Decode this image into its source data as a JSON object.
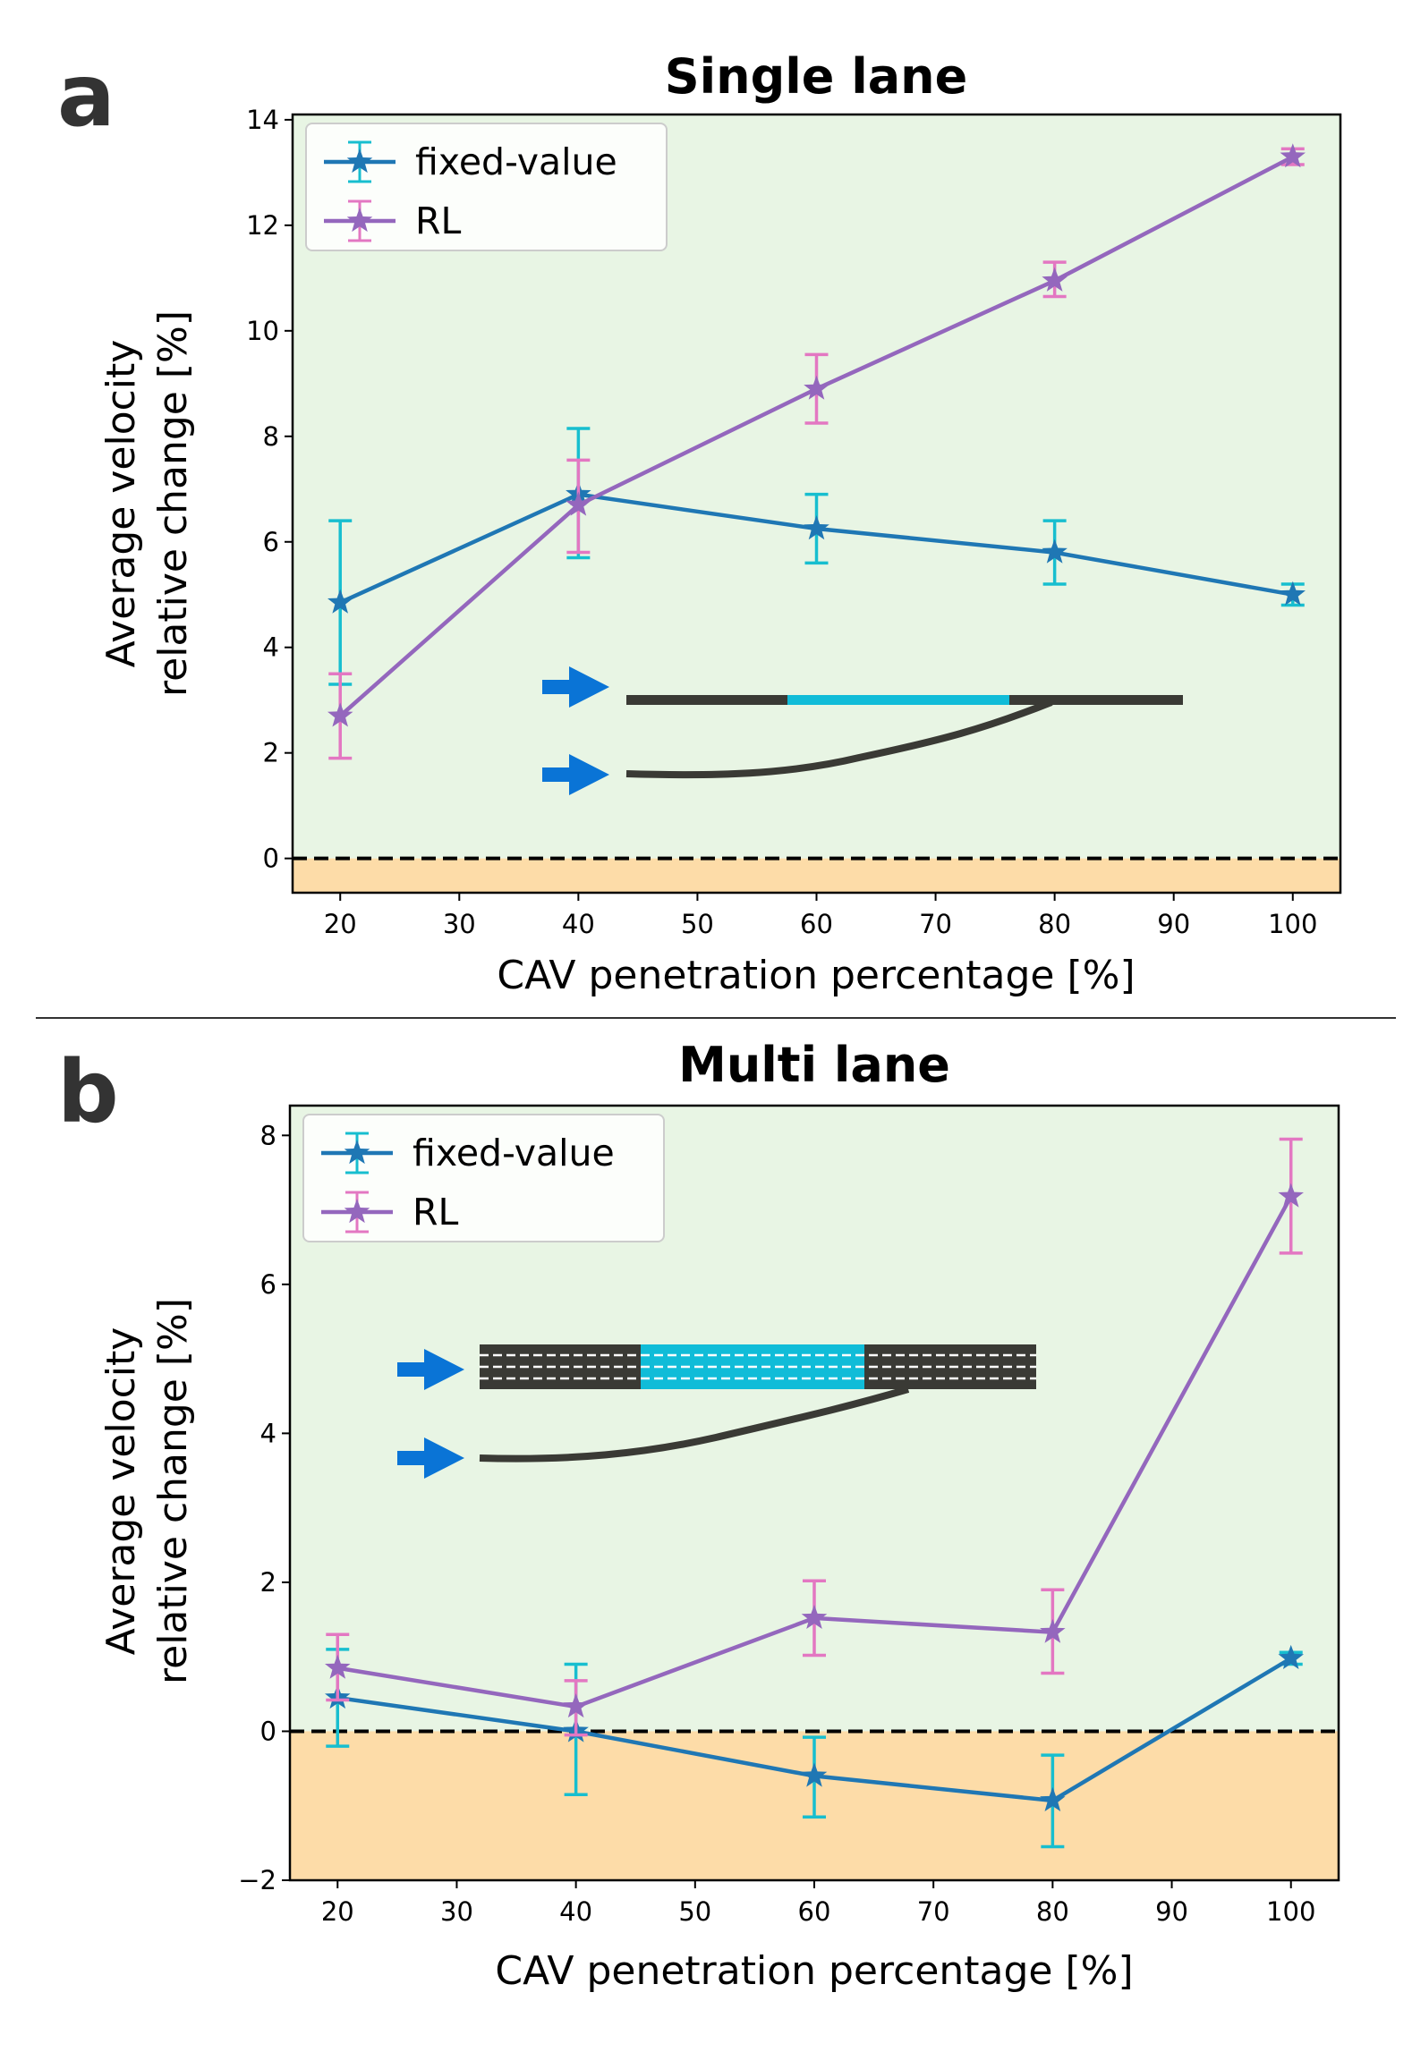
{
  "panel_letters": [
    "a",
    "b"
  ],
  "colors": {
    "fixed_line": "#1f77b4",
    "fixed_err": "#17becf",
    "rl_line": "#9467bd",
    "rl_err": "#e377c2",
    "positive_bg": "#e8f5e4",
    "negative_bg": "#fddca8",
    "road": "#3a3a35",
    "merge_zone": "#10bcd8",
    "arrow": "#0a74d6"
  },
  "chart_data": [
    {
      "type": "line",
      "panel": "a",
      "title": "Single lane",
      "xlabel": "CAV penetration percentage [%]",
      "ylabel_lines": [
        "Average velocity",
        "relative change [%]"
      ],
      "x": [
        20,
        40,
        60,
        80,
        100
      ],
      "xlim": [
        16,
        104
      ],
      "ylim": [
        -0.65,
        14.1
      ],
      "xticks": [
        20,
        30,
        40,
        50,
        60,
        70,
        80,
        90,
        100
      ],
      "yticks": [
        0,
        2,
        4,
        6,
        8,
        10,
        12,
        14
      ],
      "yticklabels": [
        "0",
        "2",
        "4",
        "6",
        "8",
        "10",
        "12",
        "14"
      ],
      "grid": false,
      "legend_position": "top-left",
      "reference_line_y": 0,
      "series": [
        {
          "name": "fixed-value",
          "values": [
            4.85,
            6.9,
            6.25,
            5.8,
            5.0
          ],
          "err_low": [
            3.3,
            5.7,
            5.6,
            5.2,
            4.8
          ],
          "err_high": [
            6.4,
            8.15,
            6.9,
            6.4,
            5.2
          ]
        },
        {
          "name": "RL",
          "values": [
            2.7,
            6.7,
            8.9,
            10.95,
            13.3
          ],
          "err_low": [
            1.9,
            5.8,
            8.25,
            10.65,
            13.15
          ],
          "err_high": [
            3.5,
            7.55,
            9.55,
            11.3,
            13.45
          ]
        }
      ]
    },
    {
      "type": "line",
      "panel": "b",
      "title": "Multi lane",
      "xlabel": "CAV penetration percentage [%]",
      "ylabel_lines": [
        "Average velocity",
        "relative change [%]"
      ],
      "x": [
        20,
        40,
        60,
        80,
        100
      ],
      "xlim": [
        16,
        104
      ],
      "ylim": [
        -2.0,
        8.4
      ],
      "xticks": [
        20,
        30,
        40,
        50,
        60,
        70,
        80,
        90,
        100
      ],
      "yticks": [
        -2,
        0,
        2,
        4,
        6,
        8
      ],
      "yticklabels": [
        "−2",
        "0",
        "2",
        "4",
        "6",
        "8"
      ],
      "grid": false,
      "legend_position": "top-left",
      "reference_line_y": 0,
      "series": [
        {
          "name": "fixed-value",
          "values": [
            0.45,
            0.0,
            -0.6,
            -0.93,
            0.98
          ],
          "err_low": [
            -0.2,
            -0.85,
            -1.15,
            -1.55,
            0.9
          ],
          "err_high": [
            1.1,
            0.9,
            -0.08,
            -0.32,
            1.06
          ]
        },
        {
          "name": "RL",
          "values": [
            0.85,
            0.33,
            1.52,
            1.33,
            7.18
          ],
          "err_low": [
            0.42,
            -0.05,
            1.02,
            0.78,
            6.42
          ],
          "err_high": [
            1.3,
            0.68,
            2.02,
            1.9,
            7.95
          ]
        }
      ]
    }
  ]
}
